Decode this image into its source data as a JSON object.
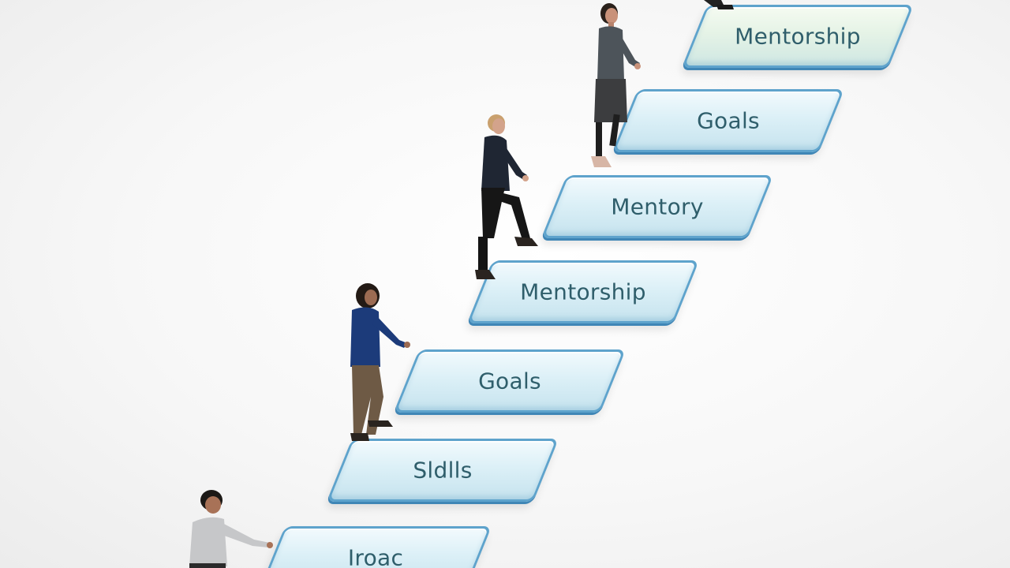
{
  "steps": [
    {
      "label": "Mentorship"
    },
    {
      "label": "Goals"
    },
    {
      "label": "Mentory"
    },
    {
      "label": "Mentorship"
    },
    {
      "label": "Goals"
    },
    {
      "label": "Sldlls"
    },
    {
      "label": "Iroac"
    }
  ],
  "colors": {
    "step_border": "#5ea3cc",
    "step_fill": "#d4ecf5",
    "step_text": "#2f5e6b",
    "background": "#f5f5f5"
  }
}
